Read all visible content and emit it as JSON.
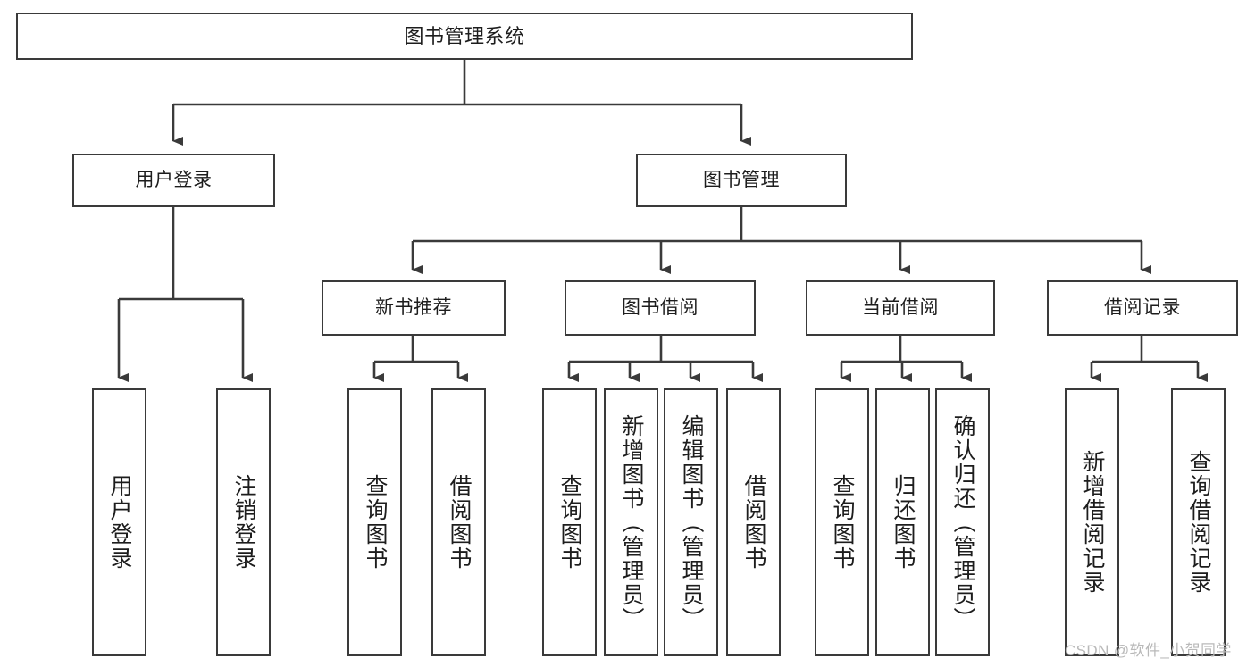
{
  "diagram": {
    "type": "tree",
    "title": "图书管理系统",
    "orientation": "top-down",
    "colors": {
      "box_border": "#3a3a3a",
      "box_fill": "#ffffff",
      "connector": "#3a3a3a",
      "text": "#1d1d1d",
      "watermark": "#b9b9b9",
      "background": "#ffffff"
    },
    "root": {
      "label": "图书管理系统"
    },
    "level2": [
      {
        "label": "用户登录"
      },
      {
        "label": "图书管理"
      }
    ],
    "level3": [
      {
        "label": "新书推荐"
      },
      {
        "label": "图书借阅"
      },
      {
        "label": "当前借阅"
      },
      {
        "label": "借阅记录"
      }
    ],
    "leaves": {
      "user_login": [
        {
          "label": "用户登录"
        },
        {
          "label": "注销登录"
        }
      ],
      "new_book_recommend": [
        {
          "label": "查询图书"
        },
        {
          "label": "借阅图书"
        }
      ],
      "book_borrow": [
        {
          "label": "查询图书"
        },
        {
          "label": "新增图书（管理员）"
        },
        {
          "label": "编辑图书（管理员）"
        },
        {
          "label": "借阅图书"
        }
      ],
      "current_borrow": [
        {
          "label": "查询图书"
        },
        {
          "label": "归还图书"
        },
        {
          "label": "确认归还（管理员）"
        }
      ],
      "borrow_record": [
        {
          "label": "新增借阅记录"
        },
        {
          "label": "查询借阅记录"
        }
      ]
    }
  },
  "watermark": {
    "text": "CSDN @软件_小贺同学"
  }
}
